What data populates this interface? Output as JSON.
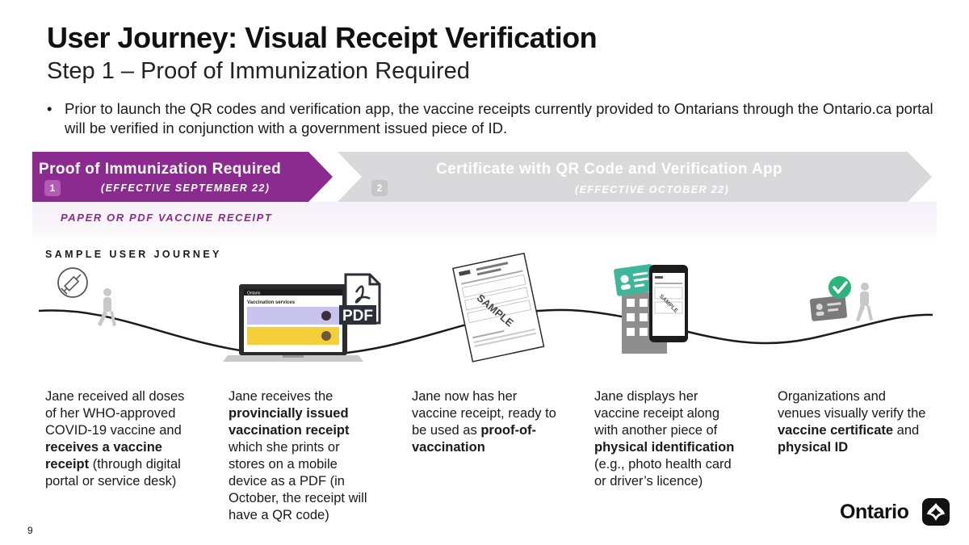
{
  "header": {
    "title": "User Journey: Visual Receipt Verification",
    "subtitle": "Step 1 – Proof of Immunization Required"
  },
  "intro": {
    "bullet_char": "•",
    "text": "Prior to launch the QR codes and verification app, the vaccine receipts currently provided to Ontarians through the Ontario.ca portal will be verified in conjunction with a government issued piece of ID."
  },
  "steps": [
    {
      "number": "1",
      "label": "Proof of Immunization Required",
      "effective": "(EFFECTIVE SEPTEMBER 22)",
      "color": "#8b2a8f"
    },
    {
      "number": "2",
      "label": "Certificate with QR Code and Verification App",
      "effective": "(EFFECTIVE OCTOBER 22)",
      "color": "#d9d9dc"
    }
  ],
  "receipt_type": "PAPER OR PDF VACCINE RECEIPT",
  "journey_label": "SAMPLE USER JOURNEY",
  "illustrations": {
    "pdf_badge": "PDF",
    "sample_watermark": "SAMPLE",
    "portal_title": "Vaccination services",
    "portal_header": "Ontario",
    "icons": [
      "syringe-icon",
      "laptop-icon",
      "pdf-file-icon",
      "receipt-document-icon",
      "id-card-icon",
      "building-icon",
      "mobile-phone-icon",
      "checkmark-icon",
      "walking-person-icon"
    ]
  },
  "columns": [
    {
      "parts": [
        {
          "t": "Jane received all doses of her WHO-approved COVID-19 vaccine and ",
          "b": false
        },
        {
          "t": "receives a vaccine receipt",
          "b": true
        },
        {
          "t": " (through digital portal or service desk)",
          "b": false
        }
      ]
    },
    {
      "parts": [
        {
          "t": "Jane receives the ",
          "b": false
        },
        {
          "t": "provincially issued vaccination receipt",
          "b": true
        },
        {
          "t": " which she prints or stores on a mobile device as a PDF (in October, the receipt will have a QR code)",
          "b": false
        }
      ]
    },
    {
      "parts": [
        {
          "t": "Jane now has her vaccine receipt, ready to be used as ",
          "b": false
        },
        {
          "t": "proof-of-vaccination",
          "b": true
        }
      ]
    },
    {
      "parts": [
        {
          "t": "Jane displays her vaccine receipt along with another piece of ",
          "b": false
        },
        {
          "t": "physical identification",
          "b": true
        },
        {
          "t": " (e.g., photo health card or driver’s licence)",
          "b": false
        }
      ]
    },
    {
      "parts": [
        {
          "t": "Organizations and venues visually verify the ",
          "b": false
        },
        {
          "t": "vaccine certificate",
          "b": true
        },
        {
          "t": " and ",
          "b": false
        },
        {
          "t": "physical ID",
          "b": true
        }
      ]
    }
  ],
  "footer": {
    "page_number": "9",
    "brand": "Ontario"
  }
}
